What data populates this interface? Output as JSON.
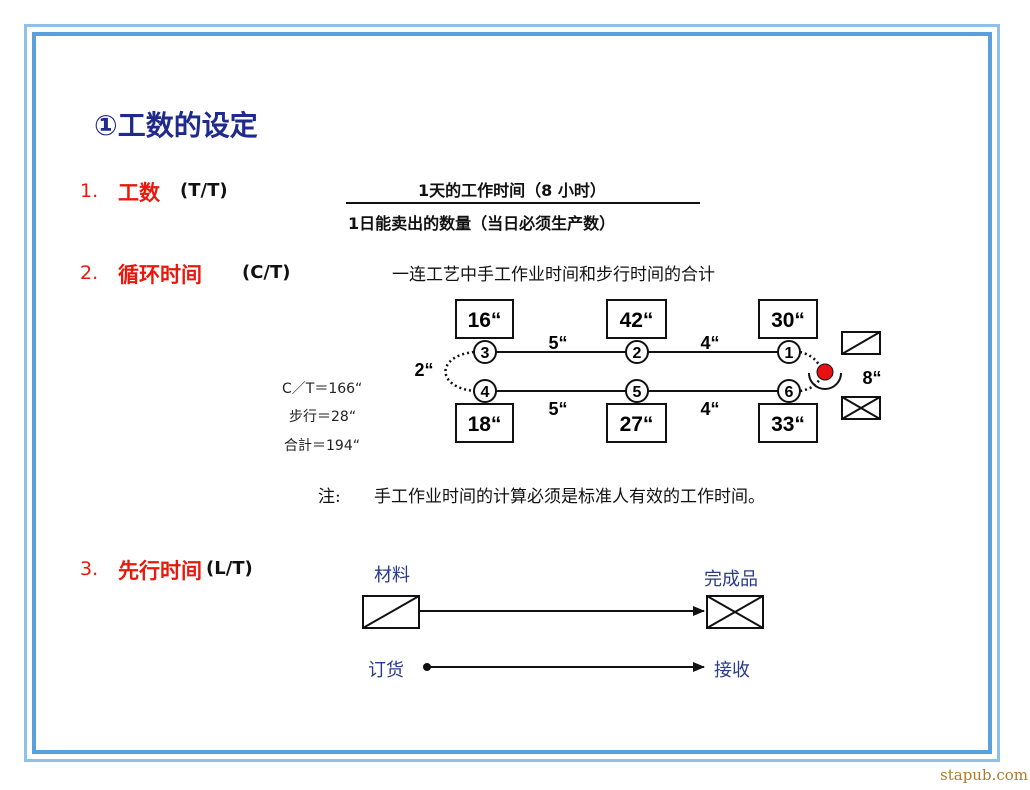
{
  "title": "①工数的设定",
  "section1": {
    "num": "1.",
    "term": "工数",
    "abbr": "(T/T)",
    "numerator": "1天的工作时间（8 小时）",
    "denominator": "1日能卖出的数量（当日必须生产数）"
  },
  "section2": {
    "num": "2.",
    "term": "循环时间",
    "abbr": "(C/T)",
    "description": "一连工艺中手工作业时间和步行时间的合计",
    "diagram": {
      "top_boxes": [
        "16“",
        "42“",
        "30“"
      ],
      "bottom_boxes": [
        "18“",
        "27“",
        "33“"
      ],
      "top_stations": [
        "3",
        "2",
        "1"
      ],
      "bottom_stations": [
        "4",
        "5",
        "6"
      ],
      "top_walk": [
        "5“",
        "4“"
      ],
      "bottom_walk": [
        "5“",
        "4“"
      ],
      "left_walk": "2“",
      "right_walk": "8“"
    },
    "summary": [
      "C／T＝166“",
      "步行＝28“",
      "合計＝194“"
    ],
    "note_label": "注:",
    "note_text": "手工作业时间的计算必须是标准人有效的工作时间。"
  },
  "section3": {
    "num": "3.",
    "term": "先行时间",
    "abbr": "(L/T)",
    "material": "材料",
    "finished": "完成品",
    "order": "订货",
    "receive": "接收"
  },
  "watermark": "stapub.com"
}
